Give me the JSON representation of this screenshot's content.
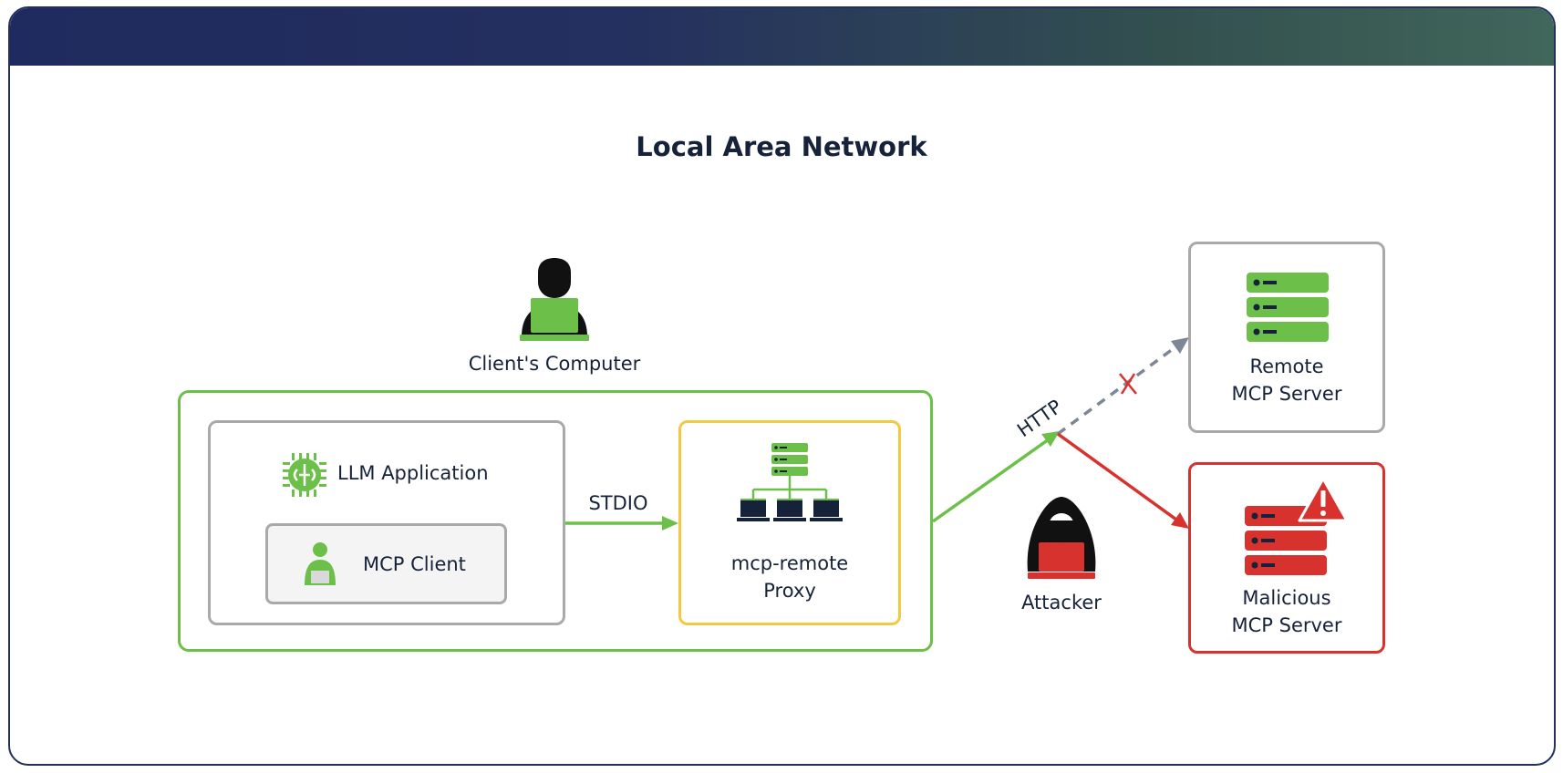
{
  "title": "Local Area Network",
  "client_computer": {
    "label": "Client's Computer",
    "icon": "user-laptop-icon"
  },
  "llm_application": {
    "label": "LLM Application",
    "icon": "ai-chip-icon"
  },
  "mcp_client": {
    "label": "MCP Client",
    "icon": "user-icon"
  },
  "stdio_label": "STDIO",
  "proxy": {
    "line1": "mcp-remote",
    "line2": "Proxy",
    "icon": "network-server-icon"
  },
  "http_label": "HTTP",
  "attacker": {
    "label": "Attacker",
    "icon": "hooded-hacker-icon"
  },
  "remote_server": {
    "line1": "Remote",
    "line2": "MCP Server",
    "icon": "server-stack-icon"
  },
  "malicious_server": {
    "line1": "Malicious",
    "line2": "MCP Server",
    "icon": "warning-server-icon"
  },
  "colors": {
    "header_start": "#1f2a5e",
    "header_end": "#41665a",
    "green": "#6cc04a",
    "yellow": "#f5c842",
    "red": "#d8322f",
    "gray": "#a9a9a9",
    "dark_text": "#16223a"
  }
}
